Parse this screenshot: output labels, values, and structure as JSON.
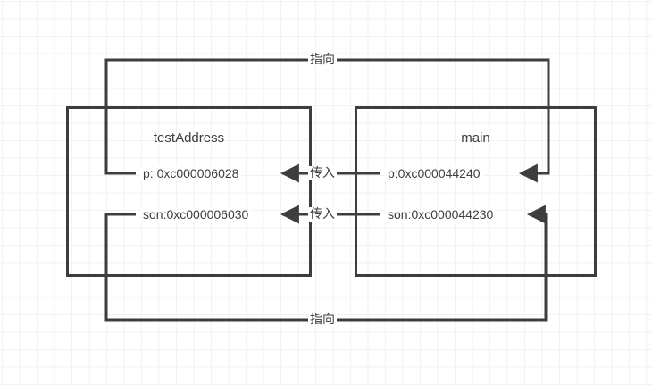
{
  "diagram": {
    "type": "memory-pointer-diagram",
    "nodes": [
      {
        "id": "testAddress",
        "title": "testAddress",
        "fields": [
          {
            "key": "p",
            "label": "p: 0xc000006028",
            "value": "0xc000006028"
          },
          {
            "key": "son",
            "label": "son:0xc000006030",
            "value": "0xc000006030"
          }
        ]
      },
      {
        "id": "main",
        "title": "main",
        "fields": [
          {
            "key": "p",
            "label": "p:0xc000044240",
            "value": "0xc000044240"
          },
          {
            "key": "son",
            "label": "son:0xc000044230",
            "value": "0xc000044230"
          }
        ]
      }
    ],
    "edges": [
      {
        "id": "top-pointer",
        "label": "指向",
        "from": "testAddress.p",
        "to": "main.p"
      },
      {
        "id": "pass-p",
        "label": "传入",
        "from": "main.p",
        "to": "testAddress.p"
      },
      {
        "id": "pass-son",
        "label": "传入",
        "from": "main.son",
        "to": "testAddress.son"
      },
      {
        "id": "bottom-pointer",
        "label": "指向",
        "from": "testAddress.son",
        "to": "main.son"
      }
    ],
    "colors": {
      "stroke": "#3d3d3d",
      "text": "#3d3d3d",
      "grid_minor": "#f2f2f2",
      "grid_major": "#e8e8e8",
      "background": "#ffffff"
    }
  }
}
